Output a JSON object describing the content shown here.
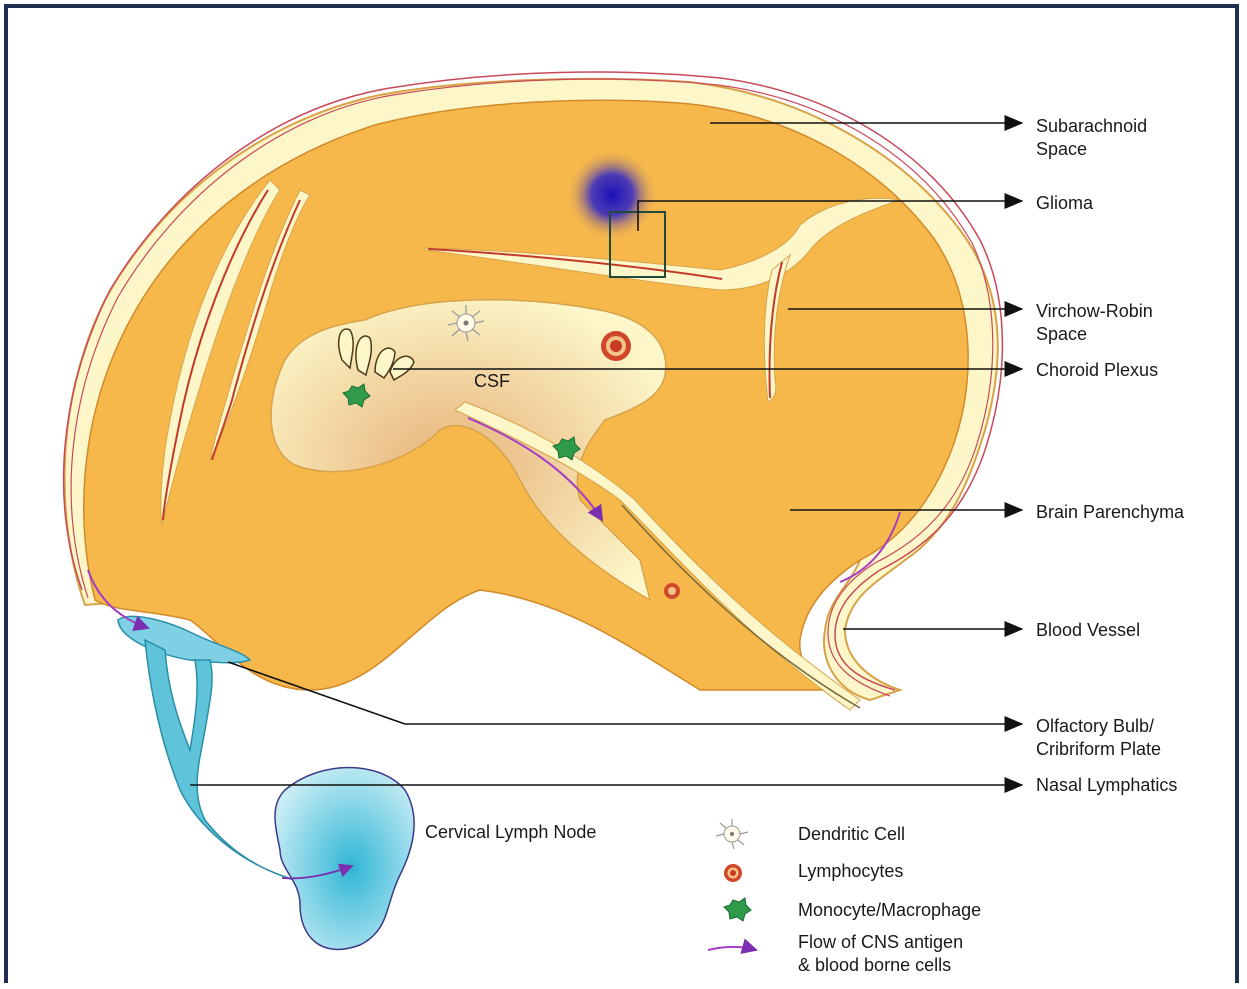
{
  "labels": {
    "subarachnoid": "Subarachnoid\nSpace",
    "glioma": "Glioma",
    "virchow": "Virchow-Robin\nSpace",
    "choroid": "Choroid Plexus",
    "parenchyma": "Brain Parenchyma",
    "blood_vessel": "Blood Vessel",
    "olfactory": "Olfactory Bulb/\nCribriform Plate",
    "nasal": "Nasal Lymphatics",
    "csf": "CSF",
    "lymph_node": "Cervical Lymph Node"
  },
  "legend": {
    "dendritic": "Dendritic Cell",
    "lymphocytes": "Lymphocytes",
    "monocyte": "Monocyte/Macrophage",
    "flow": "Flow of CNS antigen\n& blood borne cells"
  },
  "colors": {
    "frame": "#1e2f52",
    "parenchyma": "#f6b84a",
    "meninges": "#fcf6c8",
    "vessel": "#c13a2a",
    "lymph": "#5fc4da",
    "glioma": "#2a1f9a",
    "flow_arrow": "#a53fc4",
    "macrophage": "#2e9a4a"
  },
  "icons": [
    "dendritic-cell-icon",
    "lymphocyte-icon",
    "macrophage-icon",
    "flow-arrow-icon"
  ]
}
